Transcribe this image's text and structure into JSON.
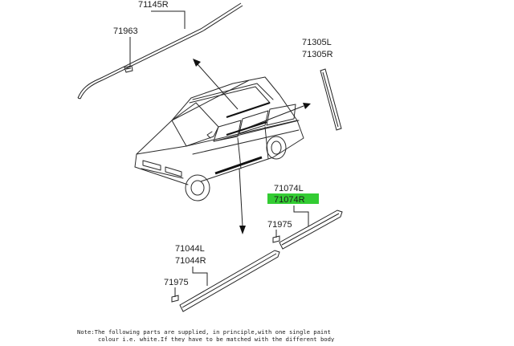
{
  "diagram": {
    "labels": {
      "roof_mold": "71145R",
      "roof_clip": "71963",
      "pillar_l": "71305L",
      "pillar_r": "71305R",
      "rear_mold_l": "71074L",
      "rear_mold_r": "71074R",
      "rear_clip": "71975",
      "front_mold_l": "71044L",
      "front_mold_r": "71044R",
      "front_clip": "71975"
    },
    "highlight_color": "#33cc33",
    "note_line1": "Note:The following parts are supplied, in principle,with one single paint",
    "note_line2": "colour i.e. white.If they have to be matched with the different body"
  }
}
